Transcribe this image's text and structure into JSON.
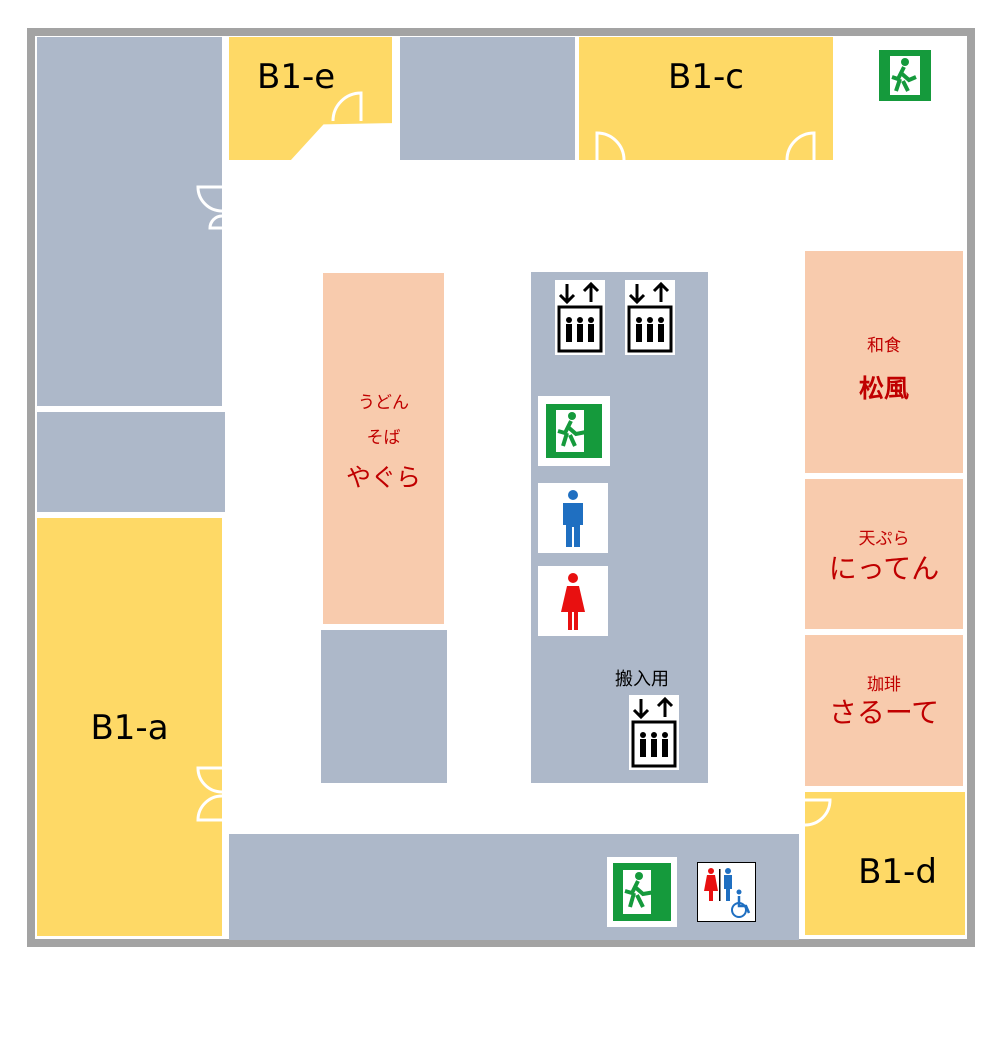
{
  "units": {
    "b1a": "B1-a",
    "b1c": "B1-c",
    "b1d": "B1-d",
    "b1e": "B1-e"
  },
  "shops": {
    "yagura": {
      "category_line1": "うどん",
      "category_line2": "そば",
      "name": "やぐら"
    },
    "shofu": {
      "category": "和食",
      "name": "松風"
    },
    "nitten": {
      "category": "天ぷら",
      "name": "にってん"
    },
    "salute": {
      "category": "珈琲",
      "name": "さるーて"
    }
  },
  "facilities": {
    "freight_elevator_label": "搬入用"
  },
  "colors": {
    "tenant": "#fed966",
    "restaurant": "#f8cbad",
    "common": "#adb8c9",
    "shop_text": "#c00000",
    "exit": "#159a3c"
  }
}
